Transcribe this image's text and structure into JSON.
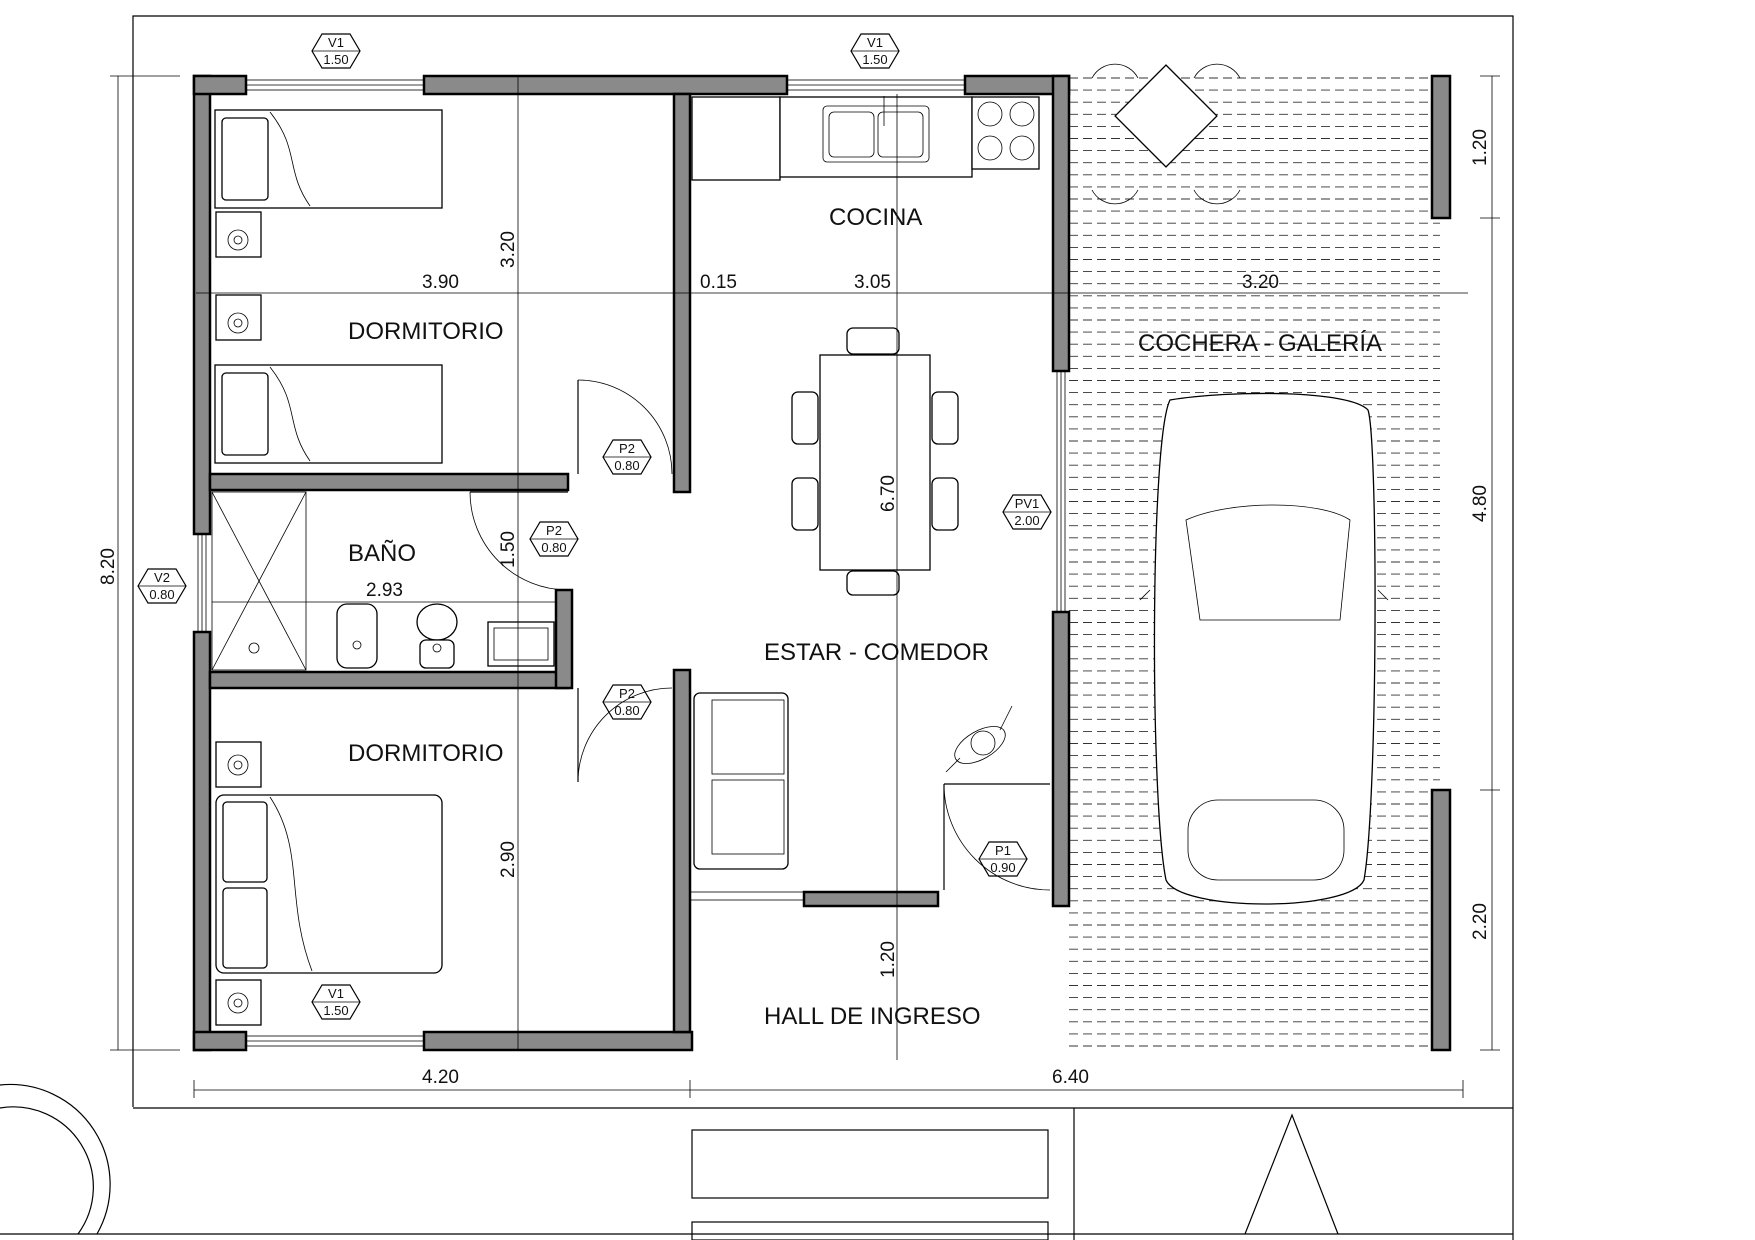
{
  "rooms": {
    "dorm_top": "DORMITORIO",
    "dorm_bottom": "DORMITORIO",
    "bano": "BAÑO",
    "cocina": "COCINA",
    "estar": "ESTAR - COMEDOR",
    "cochera": "COCHERA - GALERÍA",
    "hall": "HALL DE INGRESO"
  },
  "dimensions": {
    "d_390": "3.90",
    "d_320v": "3.20",
    "d_015": "0.15",
    "d_305": "3.05",
    "d_320h": "3.20",
    "d_293": "2.93",
    "d_150v": "1.50",
    "d_670": "6.70",
    "d_290": "2.90",
    "d_120v": "1.20",
    "d_420": "4.20",
    "d_640": "6.40",
    "d_820": "8.20",
    "d_120r": "1.20",
    "d_480": "4.80",
    "d_220": "2.20"
  },
  "openings": [
    {
      "code": "V1",
      "width": "1.50"
    },
    {
      "code": "V1",
      "width": "1.50"
    },
    {
      "code": "V1",
      "width": "1.50"
    },
    {
      "code": "V2",
      "width": "0.80"
    },
    {
      "code": "P2",
      "width": "0.80"
    },
    {
      "code": "P2",
      "width": "0.80"
    },
    {
      "code": "P2",
      "width": "0.80"
    },
    {
      "code": "PV1",
      "width": "2.00"
    },
    {
      "code": "P1",
      "width": "0.90"
    }
  ]
}
